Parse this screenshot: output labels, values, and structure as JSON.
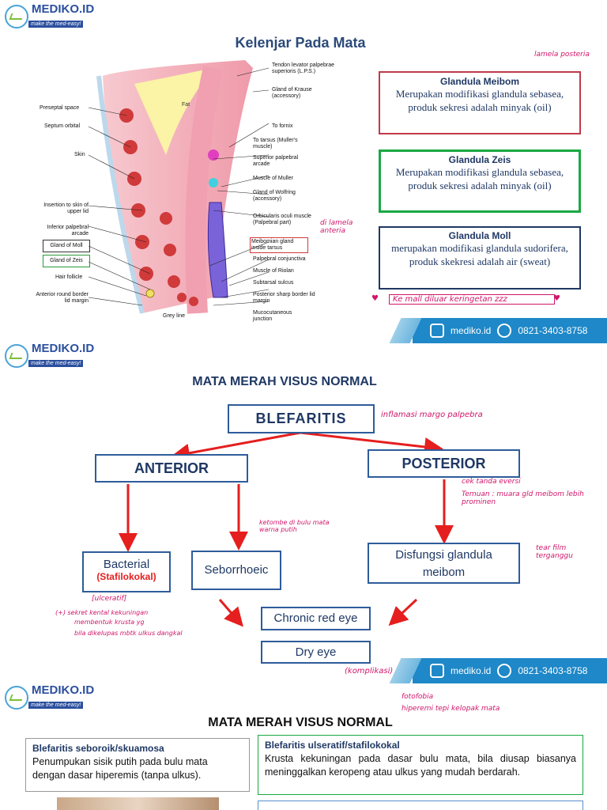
{
  "brand": {
    "name": "MEDIKO.ID",
    "tagline": "make the med-easy!"
  },
  "slide1": {
    "title": "Kelenjar Pada Mata",
    "anatomy_labels_left": [
      "Preseptal space",
      "Septum orbital",
      "Skin",
      "Insertion to skin of upper lid",
      "Inferior palpebral arcade",
      "Gland of Moll",
      "Gland of Zeis",
      "Hair follicle",
      "Anterior round border lid margin"
    ],
    "anatomy_labels_right": [
      "Tendon levator palpebrae superioris (L.P.S.)",
      "Gland of Krause (accessory)",
      "To fornix",
      "To tarsus (Muller's muscle)",
      "Superior palpebral arcade",
      "Muscle of Muller",
      "Gland of Wolfring (accessory)",
      "Orbicularis oculi muscle (Palpebral part)",
      "Meibomian gland inside tarsus",
      "Palpebral conjunctiva",
      "Muscle of Riolan",
      "Subtarsal sulcus",
      "Posterior sharp border lid margin",
      "Mucocutaneous junction"
    ],
    "anatomy_fat": "Fat",
    "anatomy_grey_line": "Grey line",
    "meibom": {
      "title": "Glandula Meibom",
      "text": "Merupakan modifikasi glandula sebasea, produk sekresi adalah minyak (oil)",
      "note": "lamela posteria"
    },
    "zeis": {
      "title": "Glandula Zeis",
      "text": "Merupakan modifikasi glandula sebasea, produk sekresi adalah minyak (oil)"
    },
    "moll": {
      "title": "Glandula Moll",
      "text": "merupakan modifikasi glandula sudorifera, produk skekresi adalah air (sweat)"
    },
    "note_lamela_anterior": "di lamela anteria",
    "note_mall": "Ke mall diluar keringetan zzz",
    "instagram": "mediko.id",
    "phone": "0821-3403-8758"
  },
  "slide2": {
    "title": "MATA MERAH VISUS NORMAL",
    "blefaritis": "BLEFARITIS",
    "blefaritis_note": "inflamasi margo palpebra",
    "anterior": "ANTERIOR",
    "posterior": "POSTERIOR",
    "posterior_notes": [
      "cek tanda eversi",
      "Temuan : muara gld meibom lebih prominen"
    ],
    "bacterial": "Bacterial",
    "stafilokokal": "(Stafilokokal)",
    "seborrhoeic": "Seborrhoeic",
    "seborrhoeic_note": "ketombe di bulu mata warna putih",
    "disfungsi": "Disfungsi glandula meibom",
    "disfungsi_note": "tear film terganggu",
    "ulceratif": "[ulceratif]",
    "bacterial_notes": [
      "(+) sekret kental kekuningan",
      "membentuk krusta yg",
      "bila dikelupas mbtk ulkus dangkal"
    ],
    "chronic": "Chronic red eye",
    "dry": "Dry eye",
    "komplikasi": "(komplikasi)",
    "instagram": "mediko.id",
    "phone": "0821-3403-8758"
  },
  "slide3": {
    "title": "MATA MERAH VISUS NORMAL",
    "top_notes": [
      "fotofobia",
      "hiperemi tepi kelopak mata"
    ],
    "seboroik_title": "Blefaritis seboroik/skuamosa",
    "seboroik_text": "Penumpukan sisik putih pada bulu mata dengan dasar hiperemis (tanpa ulkus).",
    "ulseratif_title": "Blefaritis ulseratif/stafilokokal",
    "ulseratif_text": "Krusta kekuningan pada dasar bulu mata, bila diusap biasanya meninggalkan keropeng atau ulkus yang mudah berdarah."
  }
}
